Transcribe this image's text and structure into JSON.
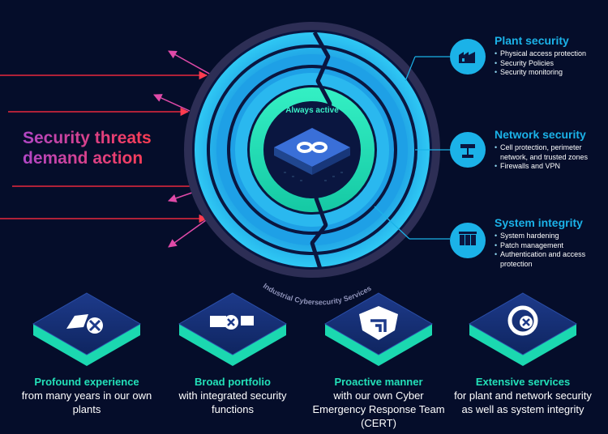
{
  "headline": {
    "line1": "Security threats",
    "line2": "demand action"
  },
  "center": {
    "always_active": "Always active",
    "ring_label": "Industrial Cybersecurity Services"
  },
  "sections": [
    {
      "title": "Plant security",
      "icon": "factory-icon",
      "items": [
        "Physical access protection",
        "Security Policies",
        "Security monitoring"
      ]
    },
    {
      "title": "Network security",
      "icon": "network-icon",
      "items": [
        "Cell protection, perimeter network, and trusted zones",
        "Firewalls and VPN"
      ]
    },
    {
      "title": "System integrity",
      "icon": "server-icon",
      "items": [
        "System hardening",
        "Patch management",
        "Authentication and access protection"
      ]
    }
  ],
  "features": [
    {
      "title": "Profound experience",
      "text": "from many years in our own plants",
      "icon": "factory-shield-icon"
    },
    {
      "title": "Broad portfolio",
      "text": "with integrated security functions",
      "icon": "portfolio-icon"
    },
    {
      "title": "Proactive manner",
      "text": "with our own Cyber Emergency Response Team (CERT)",
      "icon": "shield-arrow-icon"
    },
    {
      "title": "Extensive services",
      "text": "for plant and network security as well as system integrity",
      "icon": "service-headset-icon"
    }
  ],
  "colors": {
    "background": "#050d2a",
    "accent_blue": "#1bb2e8",
    "accent_green": "#23e0b8",
    "threat_red": "#ff3c50",
    "threat_purple": "#b146c6"
  }
}
